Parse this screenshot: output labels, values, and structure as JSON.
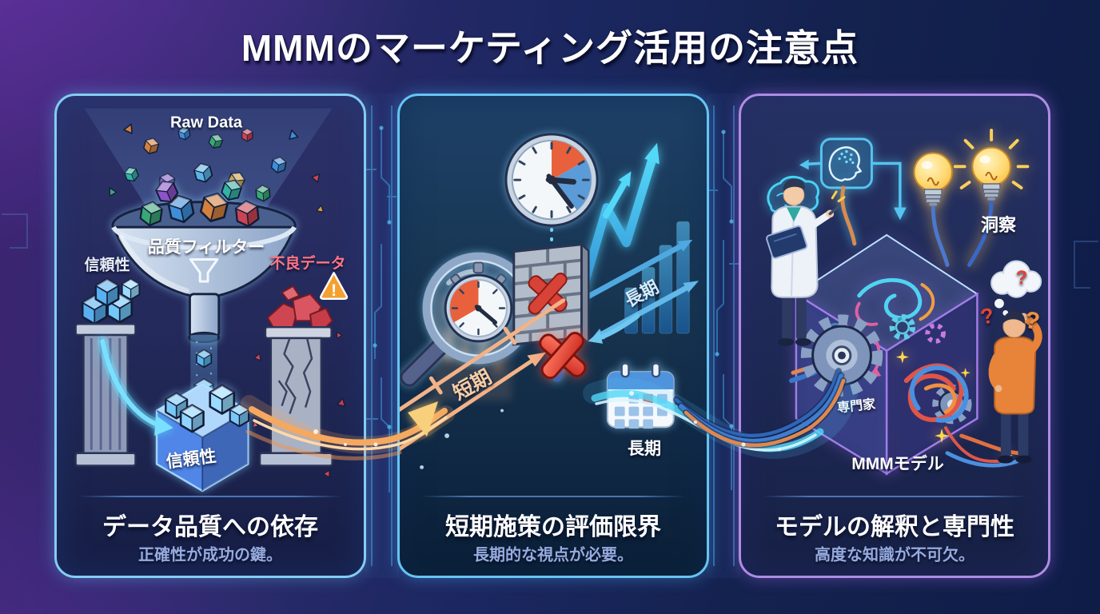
{
  "title": "MMMのマーケティング活用の注意点",
  "panels": {
    "data_quality": {
      "raw_data": "Raw Data",
      "filter": "品質フィルター",
      "reliability": "信頼性",
      "bad_data": "不良データ",
      "warning": "!",
      "cube": "信頼性",
      "heading": "データ品質への依存",
      "subtitle": "正確性が成功の鍵。"
    },
    "short_term_limits": {
      "short_term": "短期",
      "long_term_arrow": "長期",
      "calendar": "長期",
      "heading": "短期施策の評価限界",
      "subtitle": "長期的な視点が必要。"
    },
    "model_expertise": {
      "insight": "洞察",
      "expert": "専門家",
      "model": "MMMモデル",
      "q1": "?",
      "q2": "?",
      "q3": "?",
      "heading": "モデルの解釈と専門性",
      "subtitle": "高度な知識が不可欠。"
    }
  },
  "colors": {
    "background_purple": "#3d2472",
    "background_navy": "#0f1c48",
    "panel1_border": "#84cdf2",
    "panel2_border": "#66c4f2",
    "panel3_border": "#ae8ce4",
    "heading_text": "#ffffff",
    "subtitle_text": "#97abdf",
    "bad_data_text": "#ff7585",
    "short_term_arrow": "#f3b288",
    "long_term_arrow": "#62b8e8",
    "stream_orange": "#f5a860",
    "stream_cyan": "#55d8f8",
    "x_mark_red": "#d84338",
    "bulb_yellow": "#f7b93c",
    "neon_cyan": "#46d4f4"
  }
}
